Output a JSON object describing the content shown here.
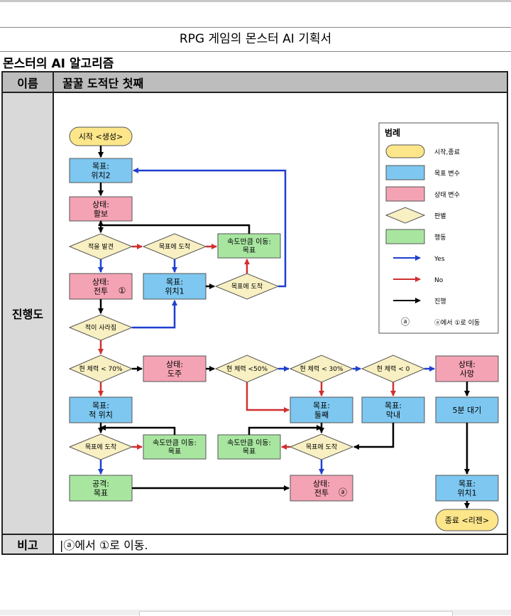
{
  "doc_title": "RPG 게임의 몬스터 AI 기획서",
  "section_title": "몬스터의 AI 알고리즘",
  "table": {
    "name_label": "이름",
    "name_value": "꿀꿀 도적단 첫째",
    "flow_label": "진행도",
    "note_label": "비고",
    "note_value": "|ⓐ에서 ①로 이동."
  },
  "colors": {
    "start_end": "#fde68a",
    "goal": "#7dc7f0",
    "state": "#f4a3b4",
    "decision": "#f8f0c2",
    "action": "#a8e6a0",
    "yes_arrow": "#1f3fd0",
    "no_arrow": "#d03030",
    "flow_arrow": "#000000"
  },
  "flow": {
    "start": "시작 <생성>",
    "goal_pos2": [
      "목표:",
      "위치2"
    ],
    "state_loot": [
      "상태:",
      "활보"
    ],
    "dec_enemy_found": "적을 발견",
    "dec_goal_reached_1": "목표에 도착",
    "act_move_goal_1": [
      "속도만큼 이동:",
      "목표"
    ],
    "state_battle_1": [
      "상태:",
      "전투",
      "①"
    ],
    "goal_pos1_a": [
      "목표:",
      "위치1"
    ],
    "dec_goal_reached_2": "목표에 도착",
    "dec_enemy_gone": "적이 사라짐",
    "dec_hp70": "현 체력 < 70%",
    "state_flee": [
      "상태:",
      "도주"
    ],
    "dec_hp50": "현 체력 <50%",
    "dec_hp30": "현 체력 < 30%",
    "dec_hp0": "현 체력 < 0",
    "state_dead": [
      "상태:",
      "사망"
    ],
    "goal_enemy_pos": [
      "목표:",
      "적 위치"
    ],
    "goal_second": [
      "목표:",
      "둘째"
    ],
    "goal_youngest": [
      "목표:",
      "막내"
    ],
    "wait_5min": "5분 대기",
    "dec_goal_reached_3": "목표에 도착",
    "act_move_goal_2": [
      "속도만큼 이동:",
      "목표"
    ],
    "act_move_goal_3": [
      "속도만큼 이동:",
      "목표"
    ],
    "dec_goal_reached_4": "목표에 도착",
    "act_attack": [
      "공격:",
      "목표"
    ],
    "state_battle_2": [
      "상태:",
      "전투",
      "ⓐ"
    ],
    "goal_pos1_b": [
      "목표:",
      "위치1"
    ],
    "end": "종료 <리젠>"
  },
  "legend": {
    "title": "범례",
    "items": [
      {
        "shape": "start_end",
        "label": "시작,종료"
      },
      {
        "shape": "goal",
        "label": "목표 변수"
      },
      {
        "shape": "state",
        "label": "상태 변수"
      },
      {
        "shape": "decision",
        "label": "판별"
      },
      {
        "shape": "action",
        "label": "행동"
      },
      {
        "shape": "yes_arrow",
        "label": "Yes"
      },
      {
        "shape": "no_arrow",
        "label": "No"
      },
      {
        "shape": "flow_arrow",
        "label": "진행"
      },
      {
        "shape": "circle_a",
        "symbol": "ⓐ",
        "label": "ⓐ에서 ①로 이동"
      }
    ]
  }
}
